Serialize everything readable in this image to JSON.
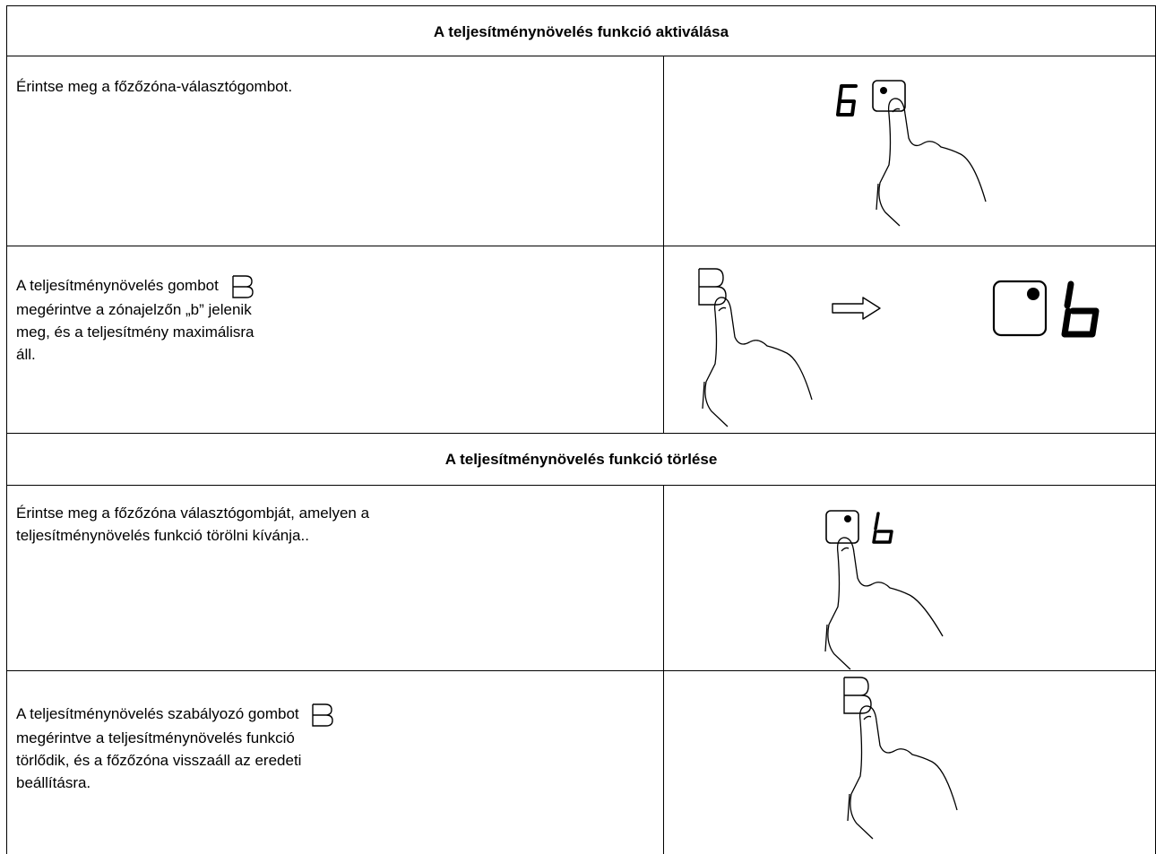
{
  "sections": [
    {
      "title": "A teljesítménynövelés funkció aktiválása",
      "rows": [
        {
          "lines": [
            "Érintse meg a főzőzóna-választógombot."
          ]
        },
        {
          "lines": [
            "A teljesítménynövelés gombot",
            "megérintve a zónajelzőn „b” jelenik",
            "meg, és a teljesítmény maximálisra",
            "áll."
          ]
        }
      ]
    },
    {
      "title": "A teljesítménynövelés funkció törlése",
      "rows": [
        {
          "lines": [
            "Érintse meg a főzőzóna választógombját, amelyen a",
            "teljesítménynövelés funkció törölni kívánja.."
          ]
        },
        {
          "lines": [
            "A teljesítménynövelés szabályozó gombot",
            "megérintve a teljesítménynövelés funkció",
            "törlődik, és a főzőzóna visszaáll az eredeti",
            "beállításra."
          ]
        }
      ]
    }
  ],
  "icons": {
    "booster_button": "booster-button-icon",
    "zone_selector": "zone-selector-icon",
    "touch_hand": "touch-hand-icon",
    "arrow": "arrow-right-icon"
  }
}
